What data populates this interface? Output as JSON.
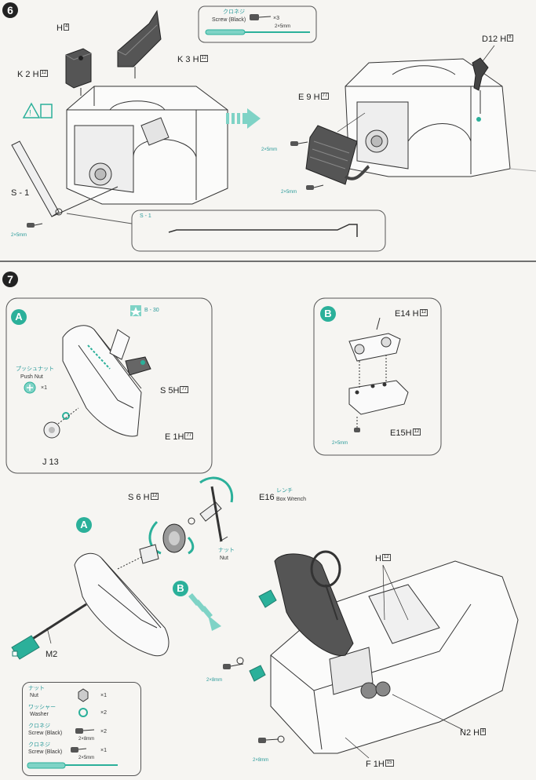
{
  "steps": {
    "s6": {
      "number": "6",
      "screw_box": {
        "jp": "クロネジ",
        "en": "Screw (Black)",
        "count": "×3",
        "size": "2×5mm"
      },
      "parts": {
        "h4": {
          "letter": "H",
          "num": "4"
        },
        "k2": {
          "letter": "K 2 H",
          "num": "12"
        },
        "k3": {
          "letter": "K 3 H",
          "num": "12"
        },
        "e9": {
          "letter": "E 9 H",
          "num": "77"
        },
        "d12": {
          "letter": "D12 H",
          "num": "8"
        },
        "s1": "S - 1",
        "s1_box": "S - 1"
      },
      "sizes": [
        "2×5mm",
        "2×5mm",
        "2×5mm"
      ]
    },
    "s7": {
      "number": "7",
      "panelA": {
        "badge": "A",
        "ref": "B - 30",
        "push_nut_jp": "プッシュナット",
        "push_nut_en": "Push Nut",
        "push_nut_count": "×1",
        "s5": {
          "letter": "S 5H",
          "num": "77"
        },
        "e1": {
          "letter": "E 1H",
          "num": "77"
        },
        "j13": "J 13"
      },
      "panelB": {
        "badge": "B",
        "e14": {
          "letter": "E14 H",
          "num": "12"
        },
        "e15": {
          "letter": "E15H",
          "num": "12"
        },
        "size": "2×5mm"
      },
      "main": {
        "s6": {
          "letter": "S 6 H",
          "num": "12"
        },
        "e16_jp": "レンチ",
        "e16": "E16",
        "e16_en": "Box Wrench",
        "nut_jp": "ナット",
        "nut_en": "Nut",
        "badge_a": "A",
        "badge_b": "B",
        "m2": "M2",
        "h12": {
          "letter": "H",
          "num": "12"
        },
        "n2": {
          "letter": "N2 H",
          "num": "8"
        },
        "f1": {
          "letter": "F 1H",
          "num": "15"
        },
        "size1": "2×8mm",
        "size2": "2×8mm"
      },
      "legend": [
        {
          "jp": "ナット",
          "en": "Nut",
          "count": "×1"
        },
        {
          "jp": "ワッシャー",
          "en": "Washer",
          "count": "×2"
        },
        {
          "jp": "クロネジ",
          "en": "Screw (Black)",
          "count": "×2",
          "size": "2×8mm"
        },
        {
          "jp": "クロネジ",
          "en": "Screw (Black)",
          "count": "×1",
          "size": "2×5mm"
        }
      ]
    }
  },
  "colors": {
    "accent": "#2bb09a",
    "ink": "#222222",
    "paper": "#f6f5f2"
  }
}
